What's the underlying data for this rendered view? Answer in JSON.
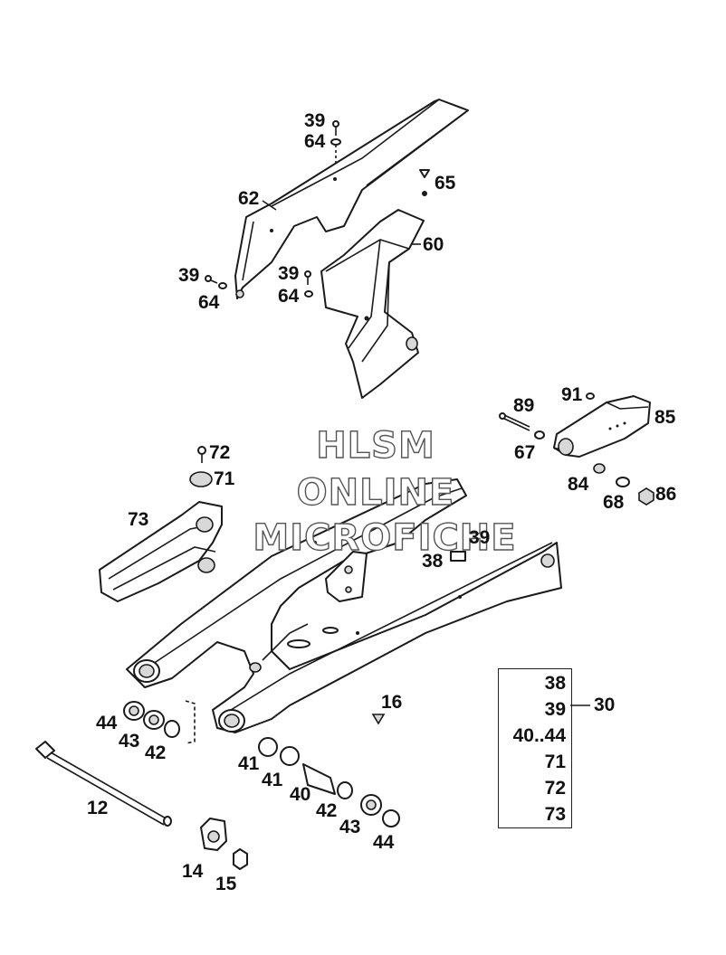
{
  "watermark": {
    "line1": "HLSM",
    "line2": "ONLINE",
    "line3": "MICROFICHE"
  },
  "callouts": {
    "c39a": "39",
    "c64a": "64",
    "c62": "62",
    "c65": "65",
    "c60": "60",
    "c39b": "39",
    "c64b": "64",
    "c39c": "39",
    "c64c": "64",
    "c89": "89",
    "c91": "91",
    "c85": "85",
    "c67": "67",
    "c84": "84",
    "c68": "68",
    "c86": "86",
    "c72": "72",
    "c71": "71",
    "c73": "73",
    "c38": "38",
    "c39d": "39",
    "c16": "16",
    "c44a": "44",
    "c43a": "43",
    "c42a": "42",
    "c41a": "41",
    "c41b": "41",
    "c40": "40",
    "c42b": "42",
    "c43b": "43",
    "c44b": "44",
    "c12": "12",
    "c14": "14",
    "c15": "15",
    "c30": "30"
  },
  "kit_list": [
    "38",
    "39",
    "40..44",
    "71",
    "72",
    "73"
  ]
}
